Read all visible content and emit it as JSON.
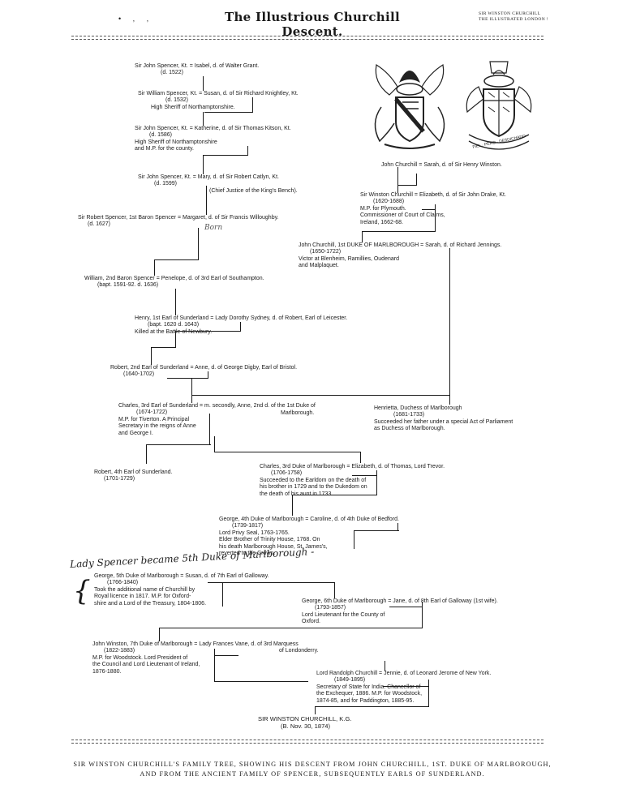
{
  "header": {
    "left_marks": "• ,  ,",
    "title": "The Illustrious Churchill Descent.",
    "right_line1": "SIR WINSTON CHURCHILL",
    "right_line2": "THE ILLUSTRATED LONDON !"
  },
  "crests": {
    "motto": "FIEL · PERO · DESDICHADO"
  },
  "persons": {
    "p01": [
      "Sir John Spencer, Kt. = Isabel, d. of Walter Grant.",
      "(d. 1522)"
    ],
    "p02": [
      "Sir William Spencer, Kt. = Susan, d. of Sir Richard Knightley, Kt.",
      "(d. 1532)",
      "High Sheriff of Northamptonshire."
    ],
    "p03": [
      "Sir John Spencer, Kt. = Katherine, d. of Sir Thomas Kitson, Kt.",
      "(d. 1586)",
      "High Sheriff of Northamptonshire",
      "and M.P. for the county."
    ],
    "p04": [
      "Sir John Spencer, Kt. = Mary, d. of Sir Robert Catlyn, Kt.",
      "(d. 1599)"
    ],
    "p04b": [
      "(Chief Justice of the King's Bench)."
    ],
    "p05": [
      "Sir Robert Spencer, 1st Baron Spencer = Margaret, d. of Sir Francis Willoughby.",
      "(d. 1627)"
    ],
    "p06": [
      "William, 2nd Baron Spencer = Penelope, d. of 3rd Earl of Southampton.",
      "(bapt. 1591-92. d. 1636)"
    ],
    "p07": [
      "Henry, 1st Earl of Sunderland = Lady Dorothy Sydney, d. of Robert, Earl of Leicester.",
      "(bapt. 1620 d. 1643)",
      "Killed at the Battle of Newbury."
    ],
    "p08": [
      "Robert, 2nd Earl of Sunderland = Anne, d. of George Digby, Earl of Bristol.",
      "(1640-1702)"
    ],
    "p09": [
      "Charles, 3rd Earl of Sunderland = m. secondly, Anne, 2nd d. of the 1st Duke of",
      "(1674-1722)",
      "M.P. for Tiverton. A Principal",
      "Secretary in the reigns of Anne",
      "and George I."
    ],
    "p09b": [
      "Marlborough."
    ],
    "p10": [
      "Robert, 4th Earl of Sunderland.",
      "(1701-1729)"
    ],
    "c01": [
      "John Churchill = Sarah, d. of Sir Henry Winston."
    ],
    "c02": [
      "Sir Winston Churchill = Elizabeth, d. of Sir John Drake, Kt.",
      "(1620-1688)",
      "M.P. for Plymouth.",
      "Commissioner of Court of Claims,",
      "Ireland, 1662-68."
    ],
    "c03": [
      "John Churchill, 1st DUKE OF MARLBOROUGH = Sarah, d. of Richard Jennings.",
      "(1650-1722)",
      "Victor at Blenheim, Ramillies, Oudenard",
      "and Malplaquet."
    ],
    "c04": [
      "Henrietta, Duchess of Marlborough",
      "(1681-1733)",
      "Succeeded her father under a special Act of Parliament",
      "as Duchess of Marlborough."
    ],
    "c05": [
      "Charles, 3rd Duke of Marlborough = Elizabeth, d. of Thomas, Lord Trevor.",
      "(1706-1758)",
      "Succeeded to the Earldom on the death of",
      "his brother in 1729 and to the Dukedom on",
      "the death of his aunt in 1733."
    ],
    "c06": [
      "George, 4th Duke of Marlborough = Caroline, d. of 4th Duke of Bedford.",
      "(1739-1817)",
      "Lord Privy Seal, 1763-1765.",
      "Elder Brother of Trinity House, 1768. On",
      "his death Marlborough House, St. James's,",
      "reverted to the Crown."
    ],
    "c07": [
      "George, 5th Duke of Marlborough = Susan, d. of 7th Earl of Galloway.",
      "(1766-1840)",
      "Took the additional name of Churchill by",
      "Royal licence in 1817. M.P. for Oxford-",
      "shire and a Lord of the Treasury, 1804-1806."
    ],
    "c08": [
      "George, 6th Duke of Marlborough = Jane, d. of 8th Earl of Galloway (1st wife).",
      "(1793-1857)",
      "Lord Lieutenant for the County of",
      "Oxford."
    ],
    "c09": [
      "John Winston, 7th Duke of Marlborough = Lady Frances Vane, d. of 3rd Marquess",
      "(1822-1883)",
      "M.P. for Woodstock. Lord President of",
      "the Council and Lord Lieutenant of Ireland,",
      "1876-1880."
    ],
    "c09b": [
      "of Londonderry."
    ],
    "c10": [
      "Lord Randolph Churchill = Jennie, d. of Leonard Jerome of New York.",
      "(1849-1895)",
      "Secretary of State for India. Chancellor of",
      "the Exchequer, 1886. M.P. for Woodstock,",
      "1874-85, and for Paddington, 1885-95."
    ],
    "c11": [
      "SIR WINSTON CHURCHILL, K.G.",
      "(B. Nov. 30, 1874)"
    ]
  },
  "handwriting": {
    "note": "Lady Spencer became 5th Duke of Marlborough -",
    "mark": "Born",
    "bracket": "{"
  },
  "caption": {
    "line1": "SIR WINSTON CHURCHILL'S FAMILY TREE, SHOWING HIS DESCENT FROM JOHN CHURCHILL, 1ST. DUKE OF MARLBOROUGH,",
    "line2": "AND FROM THE ANCIENT FAMILY OF SPENCER, SUBSEQUENTLY EARLS OF SUNDERLAND."
  }
}
